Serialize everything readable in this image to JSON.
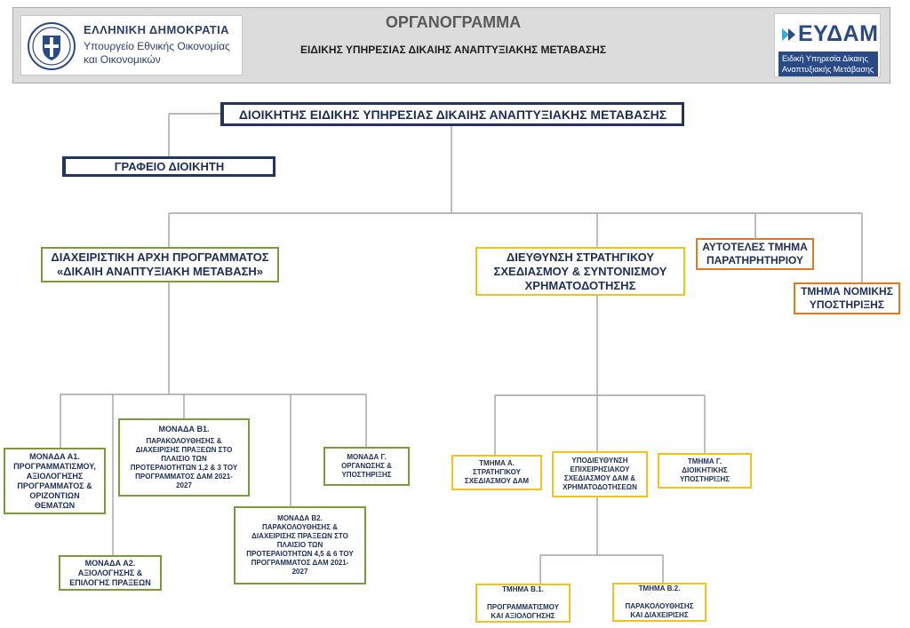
{
  "header": {
    "gov_title": "ΕΛΛΗΝΙΚΗ ΔΗΜΟΚΡΑΤΙΑ",
    "gov_ministry": "Υπουργείο Εθνικής Οικονομίας και Οικονομικών",
    "title": "ΟΡΓΑΝΟΓΡΑΜΜΑ",
    "subtitle": "ΕΙΔΙΚΗΣ ΥΠΗΡΕΣΙΑΣ ΔΙΚΑΙΗΣ ΑΝΑΠΤΥΞΙΑΚΗΣ ΜΕΤΑΒΑΣΗΣ",
    "logo_name": "ΕΥΔΑΜ",
    "logo_sub": "Ειδική Υπηρεσία Δίκαιης Αναπτυξιακής Μετάβασης"
  },
  "org": {
    "director": "ΔΙΟΙΚΗΤΗΣ ΕΙΔΙΚΗΣ ΥΠΗΡΕΣΙΑΣ ΔΙΚΑΙΗΣ ΑΝΑΠΤΥΞΙΑΚΗΣ ΜΕΤΑΒΑΣΗΣ",
    "director_office": "ΓΡΑΦΕΙΟ ΔΙΟΙΚΗΤΗ",
    "managing_authority": "ΔΙΑΧΕΙΡΙΣΤΙΚΗ ΑΡΧΗ ΠΡΟΓΡΑΜΜΑΤΟΣ\n«ΔΙΚΑΙΗ ΑΝΑΠΤΥΞΙΑΚΗ ΜΕΤΑΒΑΣΗ»",
    "strategic_directorate": "ΔΙΕΥΘΥΝΣΗ ΣΤΡΑΤΗΓΙΚΟΥ\nΣΧΕΔΙΑΣΜΟΥ & ΣΥΝΤΟΝΙΣΜΟΥ\nΧΡΗΜΑΤΟΔΟΤΗΣΗΣ",
    "observatory": "ΑΥΤΟΤΕΛΕΣ ΤΜΗΜΑ\nΠΑΡΑΤΗΡΗΤΗΡΙΟΥ",
    "legal": "ΤΜΗΜΑ ΝΟΜΙΚΗΣ\nΥΠΟΣΤΗΡΙΞΗΣ",
    "unit_a1": "ΜΟΝΑΔΑ Α1.\nΠΡΟΓΡΑΜΜΑΤΙΣΜΟΥ,\nΑΞΙΟΛΟΓΗΣΗΣ\nΠΡΟΓΡΑΜΜΑΤΟΣ &\nΟΡΙΖΟΝΤΙΩΝ\nΘΕΜΑΤΩΝ",
    "unit_a2": "ΜΟΝΑΔΑ Α2.\nΑΞΙΟΛΟΓΗΣΗΣ &\nΕΠΙΛΟΓΗΣ ΠΡΑΞΕΩΝ",
    "unit_b1_title": "ΜΟΝΑΔΑ Β1.",
    "unit_b1_body": "ΠΑΡΑΚΟΛΟΥΘΗΣΗΣ &\nΔΙΑΧΕΙΡΙΣΗΣ ΠΡΑΞΕΩΝ ΣΤΟ\nΠΛΑΙΣΙΟ ΤΩΝ\nΠΡΟΤΕΡΑΙΟΤΗΤΩΝ 1,2 & 3 ΤΟΥ\nΠΡΟΓΡΑΜΜΑΤΟΣ ΔΑΜ 2021-\n2027",
    "unit_b2": "ΜΟΝΑΔΑ Β2.\nΠΑΡΑΚΟΛΟΥΘΗΣΗΣ &\nΔΙΑΧΕΙΡΙΣΗΣ ΠΡΑΞΕΩΝ ΣΤΟ\nΠΛΑΙΣΙΟ ΤΩΝ\nΠΡΟΤΕΡΑΙΟΤΗΤΩΝ 4,5 & 6 ΤΟΥ\nΠΡΟΓΡΑΜΜΑΤΟΣ ΔΑΜ 2021-\n2027",
    "unit_g": "ΜΟΝΑΔΑ Γ.\nΟΡΓΑΝΩΣΗΣ &\nΥΠΟΣΤΗΡΙΞΗΣ",
    "dept_a": "ΤΜΗΜΑ Α.\nΣΤΡΑΤΗΓΙΚΟΥ\nΣΧΕΔΙΑΣΜΟΥ ΔΑΜ",
    "subdirectorate": "ΥΠΟΔΙΕΥΘΥΝΣΗ\nΕΠΙΧΕΙΡΗΣΙΑΚΟΥ\nΣΧΕΔΙΑΣΜΟΥ ΔΑΜ &\nΧΡΗΜΑΤΟΔΟΤΗΣΕΩΝ",
    "dept_g": "ΤΜΗΜΑ Γ.\nΔΙΟΙΚΗΤΙΚΗΣ\nΥΠΟΣΤΗΡΙΞΗΣ",
    "dept_b1": "ΤΜΗΜΑ Β.1.\n\nΠΡΟΓΡΑΜΜΑΤΙΣΜΟΥ\nΚΑΙ ΑΞΙΟΛΟΓΗΣΗΣ",
    "dept_b2": "ΤΜΗΜΑ Β.2.\n\nΠΑΡΑΚΟΛΟΥΘΗΣΗΣ\nΚΑΙ ΔΙΑΧΕΙΡΙΣΗΣ"
  },
  "colors": {
    "director_border": "#23355e",
    "managing_authority_border": "#7a9a3c",
    "strategic_border": "#f0c419",
    "independent_border": "#e07b20",
    "connector": "#a3a3a3"
  }
}
